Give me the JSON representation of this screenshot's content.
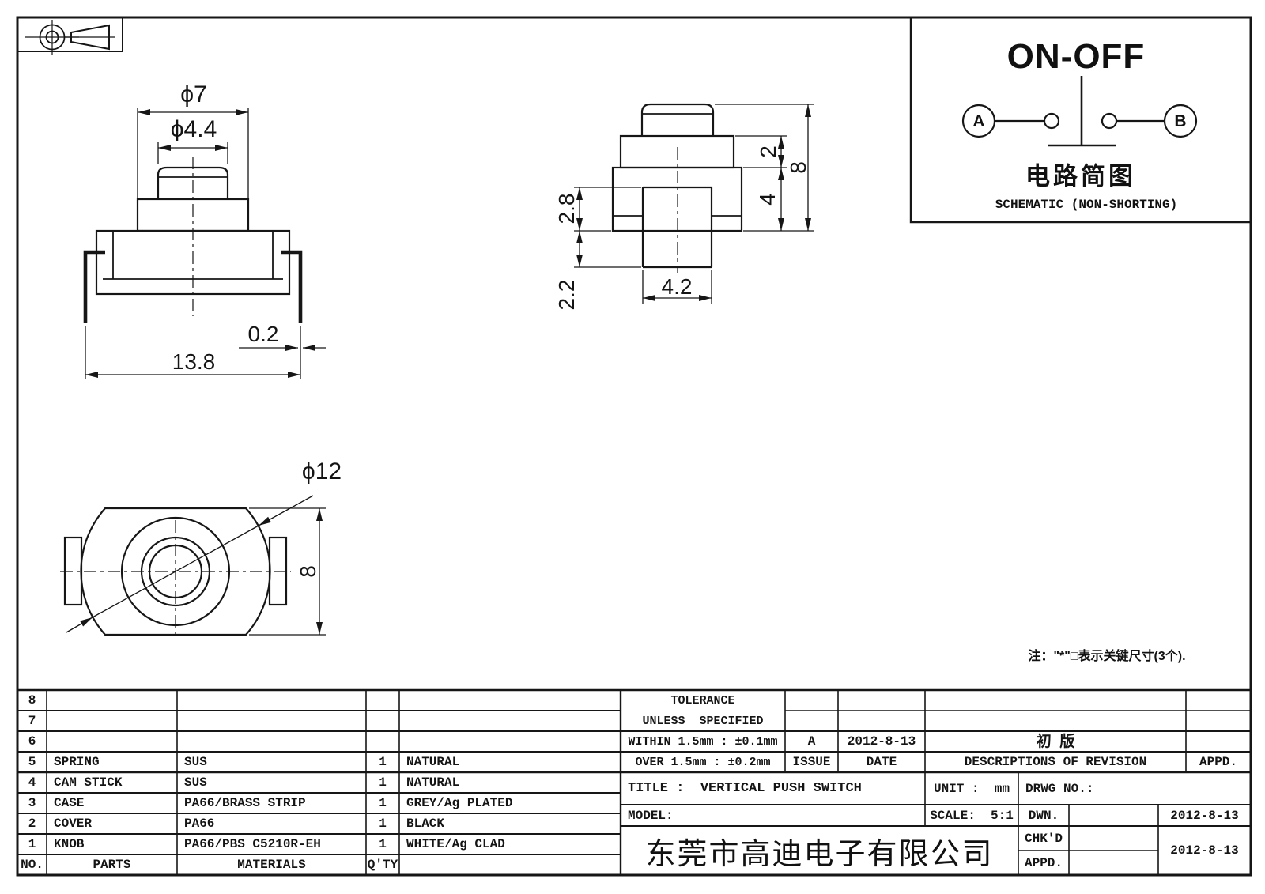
{
  "drawing": {
    "schematic": {
      "title": "ON-OFF",
      "terminal_a": "A",
      "terminal_b": "B",
      "caption_cn": "电路简图",
      "caption_en": "SCHEMATIC (NON-SHORTING)"
    },
    "note": "注：\"*\"□表示关键尺寸(3个).",
    "dims": {
      "front": {
        "d7": "ϕ7",
        "d44": "ϕ4.4",
        "d02": "0.2",
        "d138": "13.8"
      },
      "side": {
        "h2": "2",
        "h8": "8",
        "h4": "4",
        "h28": "2.8",
        "h22": "2.2",
        "w42": "4.2"
      },
      "top": {
        "d12": "ϕ12",
        "h8": "8"
      }
    },
    "tolerance_block": {
      "line1": "TOLERANCE",
      "line2": "UNLESS  SPECIFIED",
      "within": "WITHIN 1.5mm : ±0.1mm",
      "over": "OVER 1.5mm : ±0.2mm"
    },
    "revision_block": {
      "issue_value": "A",
      "date_value": "2012-8-13",
      "desc_value": "初  版",
      "issue_label": "ISSUE",
      "date_label": "DATE",
      "desc_label": "DESCRIPTIONS OF REVISION",
      "appd_label": "APPD."
    },
    "title_block": {
      "title": "TITLE :  VERTICAL PUSH SWITCH",
      "unit": "UNIT :  mm",
      "drwg": "DRWG NO.:",
      "model": "MODEL:",
      "scale": "SCALE:  5:1",
      "dwn_label": "DWN.",
      "dwn_date": "2012-8-13",
      "chkd_label": "CHK'D",
      "chkd_date": "2012-8-13",
      "appd_label": "APPD.",
      "company": "东莞市高迪电子有限公司"
    },
    "parts_table": {
      "footer": {
        "no": "NO.",
        "parts": "PARTS",
        "materials": "MATERIALS",
        "qty": "Q'TY"
      },
      "rows": [
        {
          "no": "8",
          "part": "",
          "material": "",
          "qty": "",
          "finish": ""
        },
        {
          "no": "7",
          "part": "",
          "material": "",
          "qty": "",
          "finish": ""
        },
        {
          "no": "6",
          "part": "",
          "material": "",
          "qty": "",
          "finish": ""
        },
        {
          "no": "5",
          "part": "SPRING",
          "material": "SUS",
          "qty": "1",
          "finish": "NATURAL"
        },
        {
          "no": "4",
          "part": "CAM STICK",
          "material": "SUS",
          "qty": "1",
          "finish": "NATURAL"
        },
        {
          "no": "3",
          "part": "CASE",
          "material": "PA66/BRASS STRIP",
          "qty": "1",
          "finish": "GREY/Ag PLATED"
        },
        {
          "no": "2",
          "part": "COVER",
          "material": "PA66",
          "qty": "1",
          "finish": "BLACK"
        },
        {
          "no": "1",
          "part": "KNOB",
          "material": "PA66/PBS C5210R-EH",
          "qty": "1",
          "finish": "WHITE/Ag CLAD"
        }
      ]
    }
  }
}
